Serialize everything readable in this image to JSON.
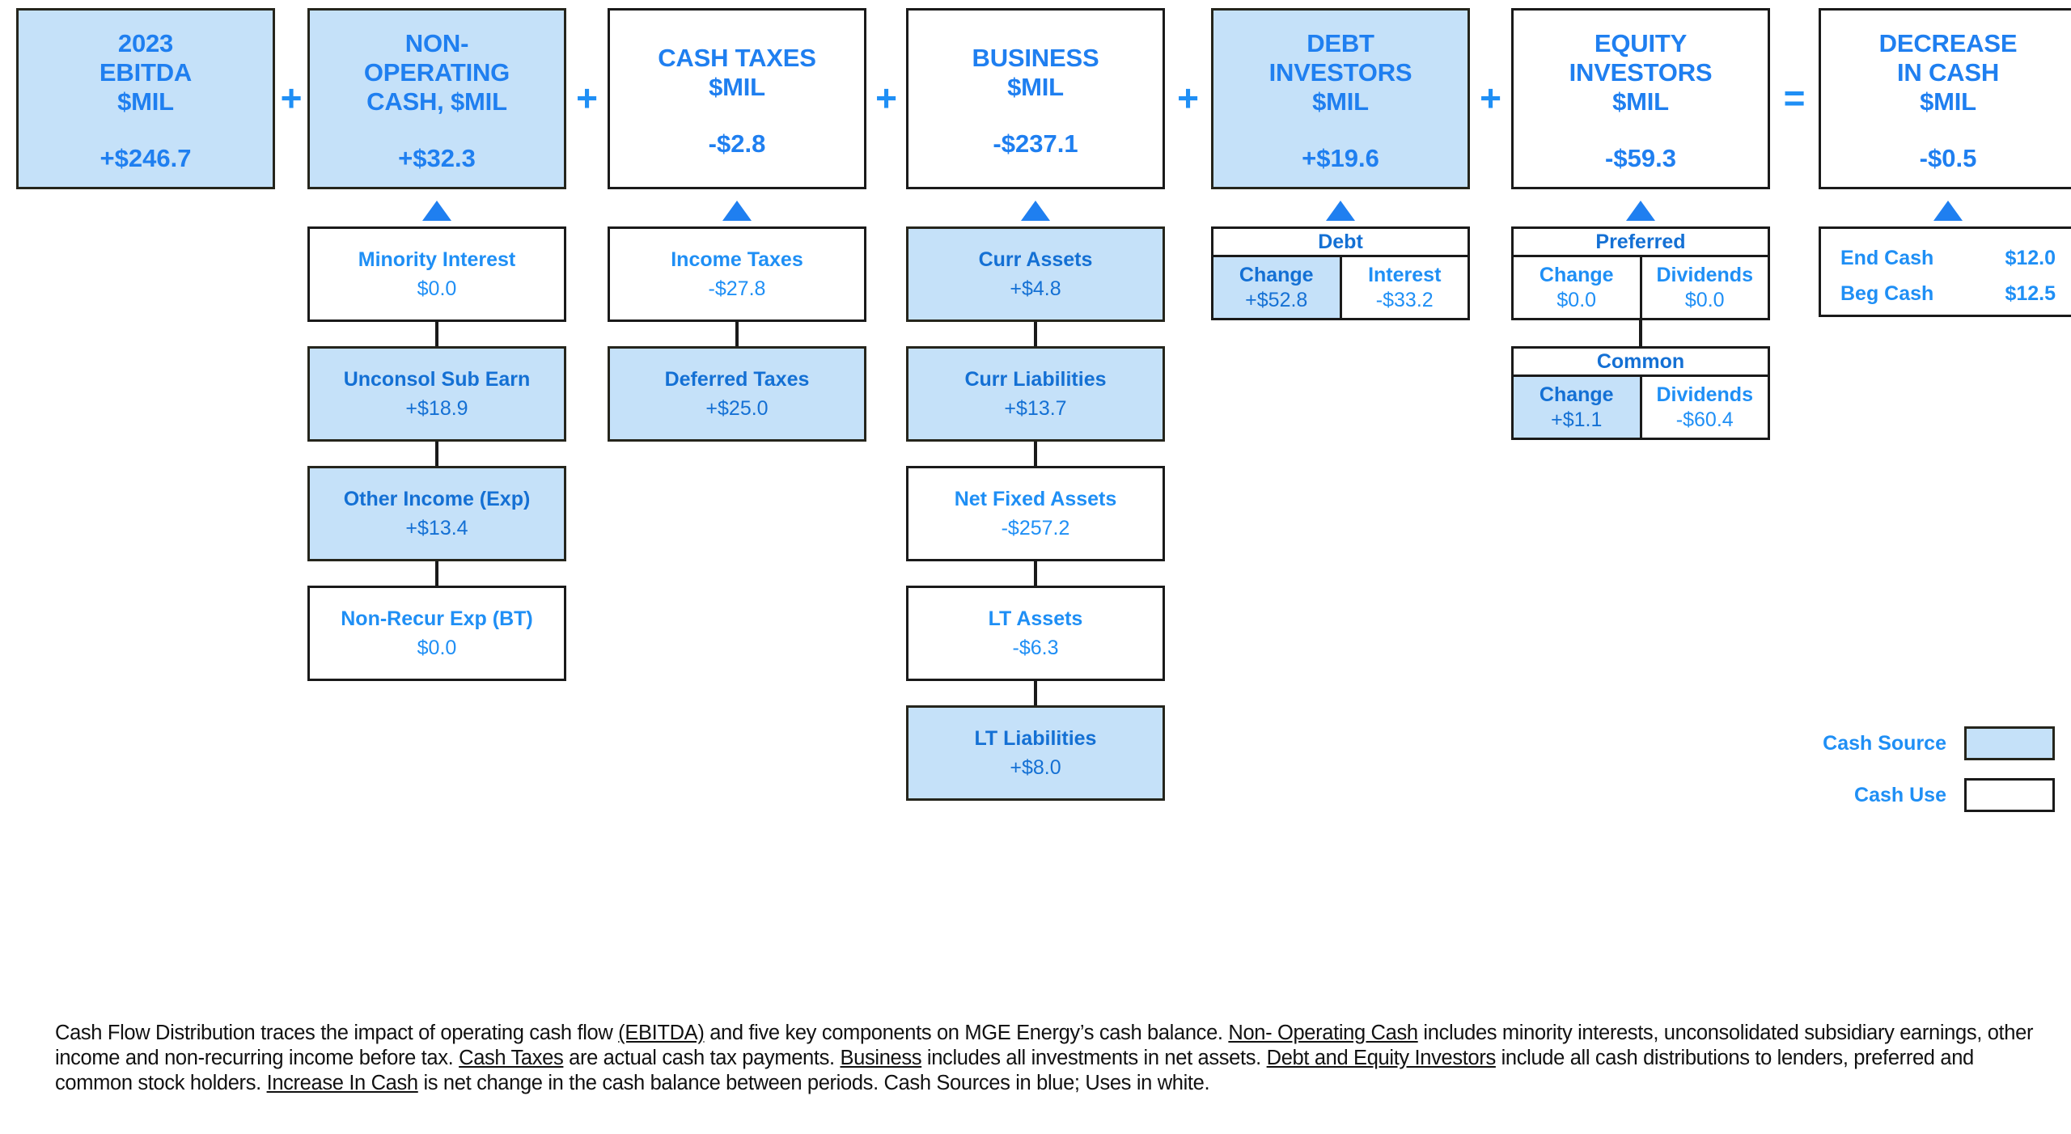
{
  "columns": [
    {
      "id": "ebitda",
      "title": "2023\nEBITDA\n$MIL",
      "amount": "+$246.7",
      "kind": "source",
      "operator_after": "+"
    },
    {
      "id": "non-operating-cash",
      "title": "NON-\nOPERATING\nCASH, $MIL",
      "amount": "+$32.3",
      "kind": "source",
      "operator_after": "+",
      "children": [
        {
          "label": "Minority Interest",
          "value": "$0.0",
          "kind": "use"
        },
        {
          "label": "Unconsol Sub Earn",
          "value": "+$18.9",
          "kind": "source"
        },
        {
          "label": "Other Income (Exp)",
          "value": "+$13.4",
          "kind": "source"
        },
        {
          "label": "Non-Recur Exp (BT)",
          "value": "$0.0",
          "kind": "use"
        }
      ]
    },
    {
      "id": "cash-taxes",
      "title": "CASH TAXES\n$MIL",
      "amount": "-$2.8",
      "kind": "use",
      "operator_after": "+",
      "children": [
        {
          "label": "Income Taxes",
          "value": "-$27.8",
          "kind": "use"
        },
        {
          "label": "Deferred Taxes",
          "value": "+$25.0",
          "kind": "source"
        }
      ]
    },
    {
      "id": "business",
      "title": "BUSINESS\n$MIL",
      "amount": "-$237.1",
      "kind": "use",
      "operator_after": "+",
      "children": [
        {
          "label": "Curr Assets",
          "value": "+$4.8",
          "kind": "source"
        },
        {
          "label": "Curr Liabilities",
          "value": "+$13.7",
          "kind": "source"
        },
        {
          "label": "Net Fixed Assets",
          "value": "-$257.2",
          "kind": "use"
        },
        {
          "label": "LT Assets",
          "value": "-$6.3",
          "kind": "use"
        },
        {
          "label": "LT Liabilities",
          "value": "+$8.0",
          "kind": "source"
        }
      ]
    },
    {
      "id": "debt-investors",
      "title": "DEBT\nINVESTORS\n$MIL",
      "amount": "+$19.6",
      "kind": "source",
      "operator_after": "+",
      "tables": [
        {
          "name": "Debt",
          "cells": [
            {
              "header": "Change",
              "value": "+$52.8",
              "kind": "source"
            },
            {
              "header": "Interest",
              "value": "-$33.2",
              "kind": "use"
            }
          ]
        }
      ]
    },
    {
      "id": "equity-investors",
      "title": "EQUITY\nINVESTORS\n$MIL",
      "amount": "-$59.3",
      "kind": "use",
      "operator_after": "=",
      "tables": [
        {
          "name": "Preferred",
          "cells": [
            {
              "header": "Change",
              "value": "$0.0",
              "kind": "use"
            },
            {
              "header": "Dividends",
              "value": "$0.0",
              "kind": "use"
            }
          ]
        },
        {
          "name": "Common",
          "cells": [
            {
              "header": "Change",
              "value": "+$1.1",
              "kind": "source"
            },
            {
              "header": "Dividends",
              "value": "-$60.4",
              "kind": "use"
            }
          ]
        }
      ]
    },
    {
      "id": "decrease-in-cash",
      "title": "DECREASE\nIN CASH\n$MIL",
      "amount": "-$0.5",
      "kind": "use",
      "operator_after": "",
      "cash_summary": [
        {
          "label": "End Cash",
          "value": "$12.0"
        },
        {
          "label": "Beg Cash",
          "value": "$12.5"
        }
      ]
    }
  ],
  "legend": {
    "items": [
      {
        "label": "Cash Source",
        "kind": "source"
      },
      {
        "label": "Cash Use",
        "kind": "use"
      }
    ]
  },
  "footnote": {
    "parts": [
      {
        "t": "Cash Flow Distribution traces the impact of operating cash flow ",
        "u": false
      },
      {
        "t": "(EBITDA)",
        "u": true
      },
      {
        "t": " and five key components on MGE Energy’s cash balance.  ",
        "u": false
      },
      {
        "t": "Non- Operating Cash",
        "u": true
      },
      {
        "t": " includes minority interests, unconsolidated subsidiary earnings, other income and non-recurring  income before tax.  ",
        "u": false
      },
      {
        "t": "Cash Taxes",
        "u": true
      },
      {
        "t": " are actual cash tax payments.  ",
        "u": false
      },
      {
        "t": "Business",
        "u": true
      },
      {
        "t": " includes all investments in net assets.  ",
        "u": false
      },
      {
        "t": "Debt and Equity Investors",
        "u": true
      },
      {
        "t": " include all cash distributions to lenders, preferred and common stock holders.  ",
        "u": false
      },
      {
        "t": "Increase In Cash",
        "u": true
      },
      {
        "t": " is net change in the cash balance between periods.  Cash Sources in blue; Uses in white.",
        "u": false
      }
    ]
  },
  "colors": {
    "source_fill": "#c5e1f9",
    "use_fill": "#ffffff",
    "text_blue": "#1f8ff5",
    "text_blue_dark": "#1470d4",
    "border": "#1a1a1a"
  }
}
